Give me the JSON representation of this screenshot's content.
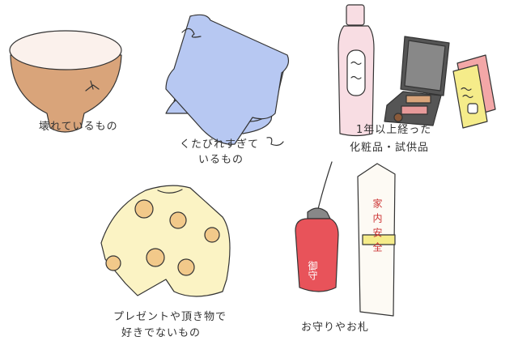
{
  "items": [
    {
      "label": "壊れているもの"
    },
    {
      "label_line1": "くたびれすぎて",
      "label_line2": "いるもの"
    },
    {
      "label_line1": "1年以上経った",
      "label_line2": "化粧品・試供品"
    },
    {
      "label_line1": "プレゼントや頂き物で",
      "label_line2": "好きでないもの"
    },
    {
      "label": "お守りやお札",
      "amulet_text": "御守",
      "ofuda_text": "家内安全"
    }
  ],
  "colors": {
    "bowl": "#d9a47a",
    "towel": "#b7c8f2",
    "bottle": "#f8dde3",
    "sweater": "#fbf3c4",
    "bear": "#f2c98a",
    "amulet": "#e8535a"
  }
}
